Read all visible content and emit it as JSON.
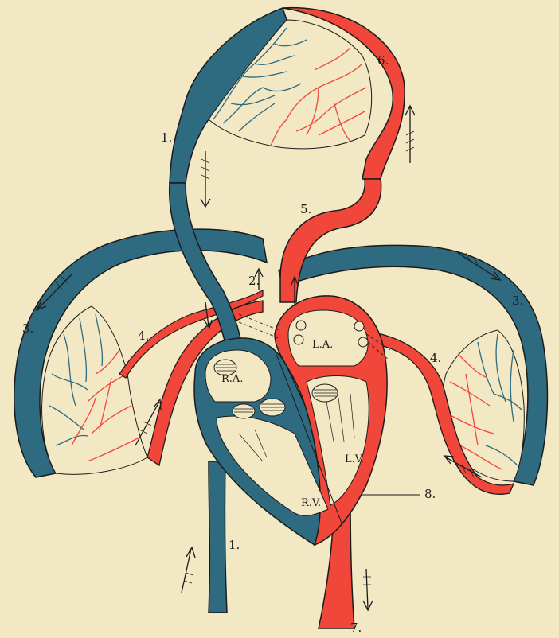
{
  "colors": {
    "paper": "#f3e8c4",
    "venous": "#2e6b80",
    "arterial": "#f0473a",
    "outline": "#1b1b1b"
  },
  "labels": {
    "n1_top": "1.",
    "n1_bottom": "1.",
    "n2": "2.",
    "n3_left": "3.",
    "n3_right": "3.",
    "n4_left": "4.",
    "n4_right": "4.",
    "n5": "5.",
    "n6": "6.",
    "n7": "7.",
    "n8": "8.",
    "ra": "R.A.",
    "la": "L.A.",
    "rv": "R.V.",
    "lv": "L.V."
  }
}
